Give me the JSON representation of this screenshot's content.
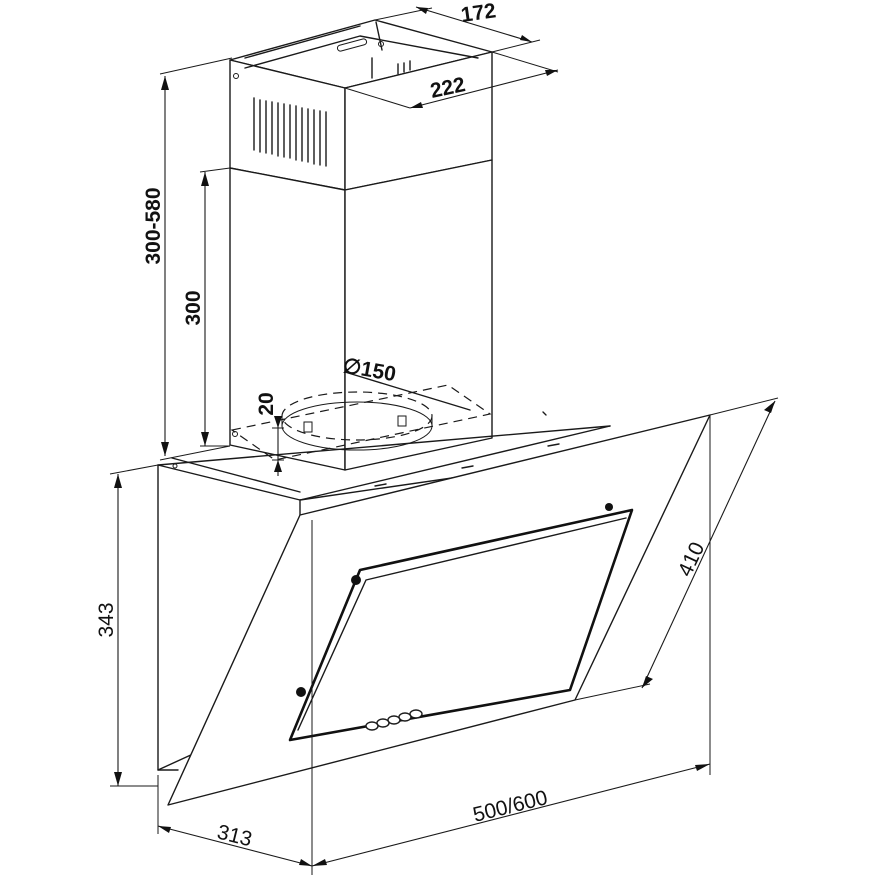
{
  "diagram": {
    "colors": {
      "line": "#1a1a1a",
      "background": "#ffffff"
    },
    "dimensions": {
      "chimney_depth": "172",
      "chimney_width": "222",
      "chimney_total_height": "300-580",
      "lower_chimney_height": "300",
      "outlet_diameter": "∅150",
      "collar_height": "20",
      "hood_height": "343",
      "panel_slant": "410",
      "hood_width": "500/600",
      "hood_depth": "313"
    }
  }
}
